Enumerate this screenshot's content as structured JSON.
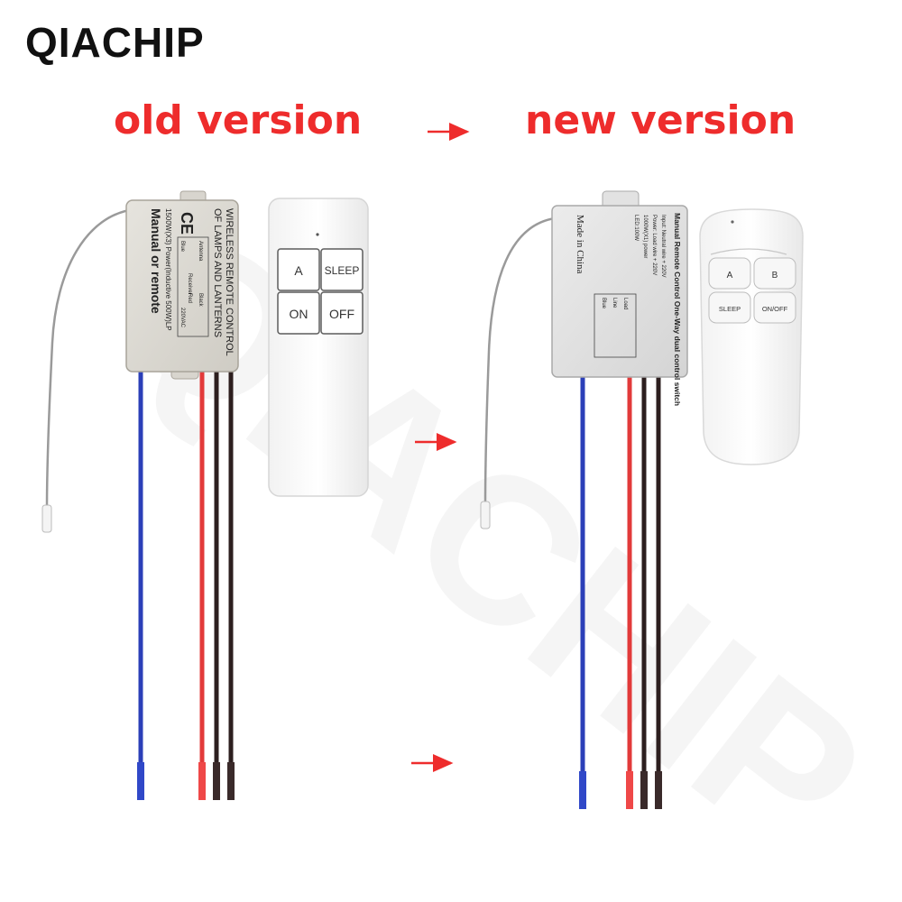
{
  "brand": "QIACHIP",
  "watermark": "QIACHIP",
  "headlines": {
    "old": "old version",
    "new": "new version"
  },
  "old_receiver": {
    "lines": [
      "WIRELESS REMOTE CONTROL",
      "OF LAMPS AND LANTERNS",
      "1500W(X3) Power(Inductive 500W)LP",
      "Manual or remote"
    ],
    "ce": "CE",
    "antenna": "Antenna",
    "black": "Black",
    "red": "Red",
    "voltage": "220VAC",
    "receiver": "Receiver",
    "blue": "Blue"
  },
  "old_remote": {
    "buttons": [
      "A",
      "SLEEP",
      "ON",
      "OFF"
    ]
  },
  "new_receiver": {
    "lines": [
      "Manual Remote Control One-Way dual control switch",
      "Input: Neutral wire + 220V",
      "Power: Load wire + 220V",
      "1000W(X1) power",
      "LED:100W"
    ],
    "made_in": "Made in China",
    "wire_labels": [
      "Load",
      "Line",
      "Blue"
    ]
  },
  "new_remote": {
    "buttons": [
      "A",
      "B",
      "SLEEP",
      "ON/OFF"
    ]
  },
  "colors": {
    "accent_red": "#ee2c2c",
    "wire_blue": "#2b3fb8",
    "wire_red": "#e23a3a",
    "wire_brown": "#2d1f1f"
  }
}
